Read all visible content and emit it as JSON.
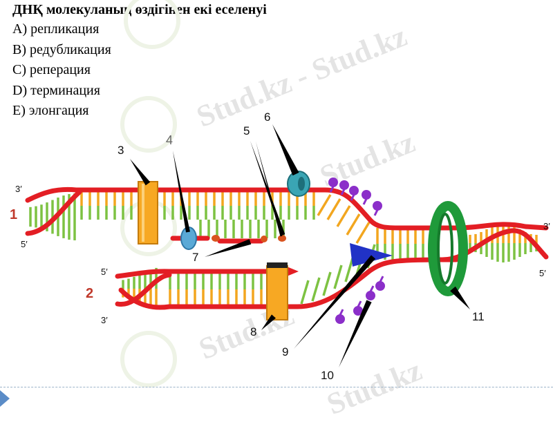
{
  "question": {
    "title": "ДНҚ молекуланың өздігінен екі еселенуі",
    "options": [
      "А) репликация",
      "В) редубликация",
      "С) реперация",
      "D) терминация",
      "E) элонгация"
    ]
  },
  "watermark": {
    "text_long": "Stud.kz - Stud.kz",
    "text_short": "Stud.kz"
  },
  "diagram": {
    "labels": {
      "n1": "1",
      "n2": "2",
      "n3": "3",
      "n4": "4",
      "n5": "5",
      "n6": "6",
      "n7": "7",
      "n8": "8",
      "n9": "9",
      "n10": "10",
      "n11": "11"
    },
    "ends": {
      "top_left_3": "3′",
      "top_left_5": "5′",
      "bottom_left_5": "5′",
      "bottom_left_3": "3′",
      "right_3": "3′",
      "right_5": "5′"
    }
  },
  "colors": {
    "backbone": "#e31e24",
    "base_green": "#7dc242",
    "base_orange": "#f2a61f",
    "enzyme_orange": "#f7a823",
    "helicase_green": "#1f9a3a",
    "primase_blue": "#2132c6",
    "ssb_purple": "#8b2fc9",
    "topo_teal": "#3aa5b4",
    "label_red": "#c0392b"
  }
}
